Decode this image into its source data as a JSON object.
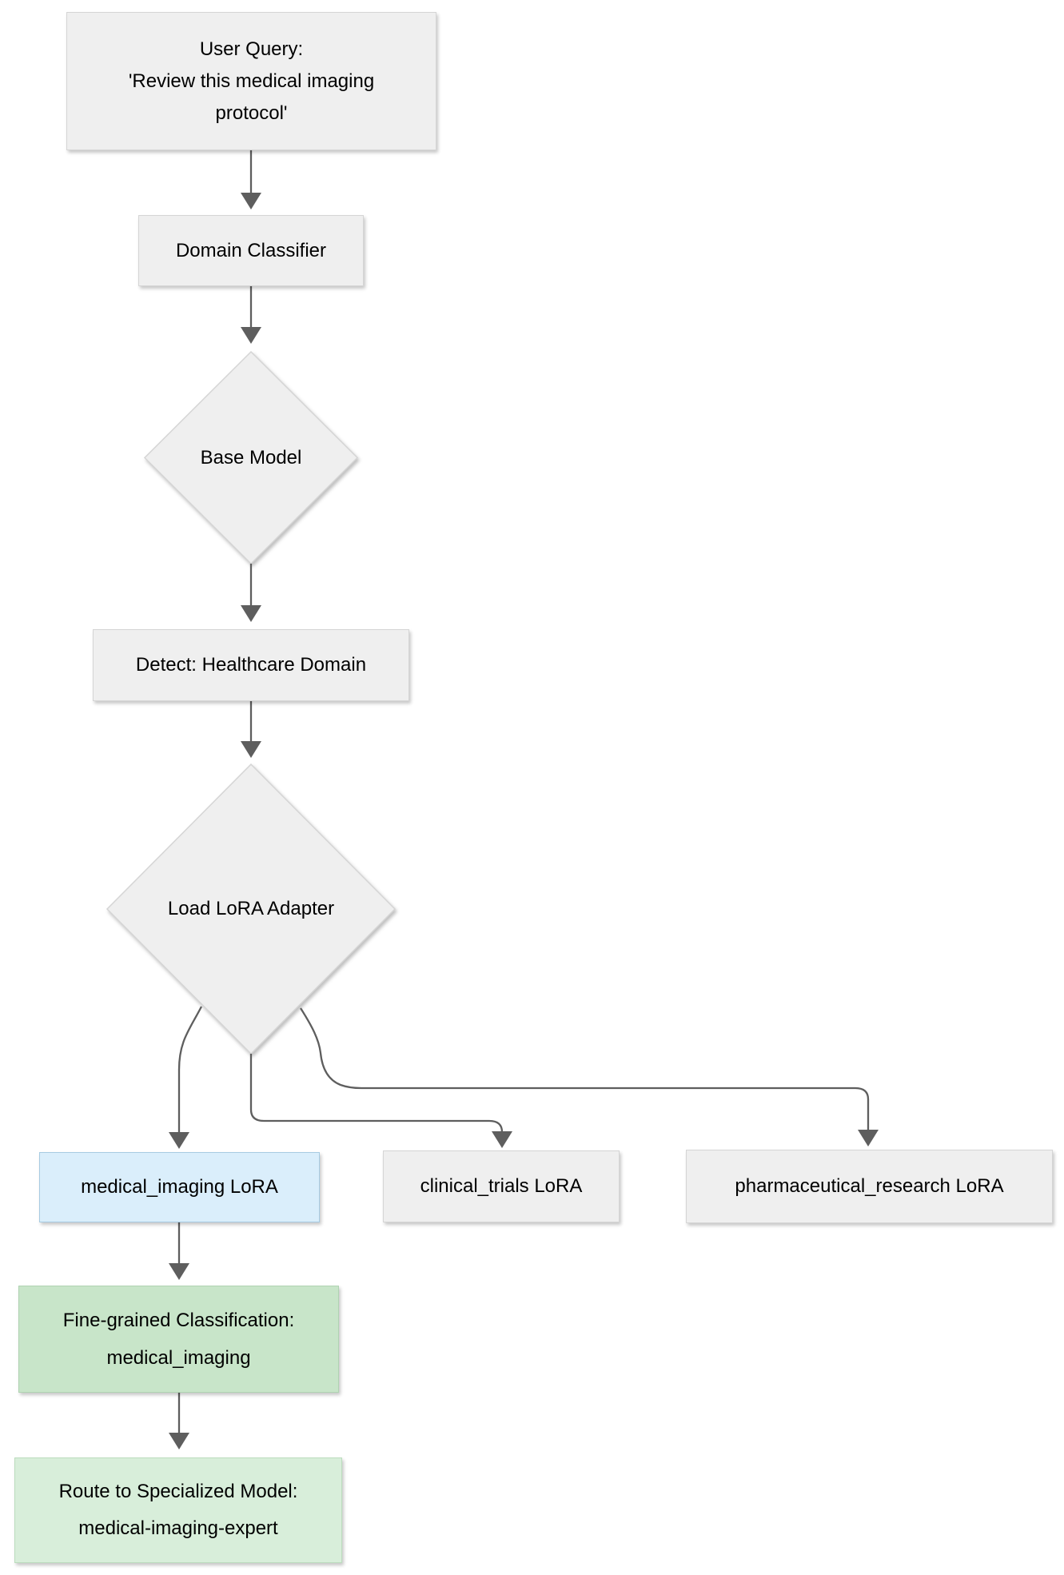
{
  "colors": {
    "background": "#ffffff",
    "node_gray_fill": "#efefef",
    "node_gray_border": "#d5d5d5",
    "node_blue_fill": "#daeefb",
    "node_blue_border": "#a7cbe2",
    "node_green_fill": "#c8e5c9",
    "node_green_border": "#b0d3b2",
    "node_green_light_fill": "#d8eeda",
    "node_green_light_border": "#bcdcbe",
    "arrow": "#5e5e5e",
    "text": "#000000"
  },
  "nodes": {
    "user_query": {
      "lines": [
        "User Query:",
        "'Review this medical imaging",
        "protocol'"
      ]
    },
    "domain_classifier": {
      "label": "Domain Classifier"
    },
    "base_model": {
      "label": "Base Model"
    },
    "detect_domain": {
      "label": "Detect: Healthcare Domain"
    },
    "load_lora": {
      "label": "Load LoRA Adapter"
    },
    "medical_imaging_lora": {
      "label": "medical_imaging LoRA"
    },
    "clinical_trials_lora": {
      "label": "clinical_trials LoRA"
    },
    "pharmaceutical_research_lora": {
      "label": "pharmaceutical_research LoRA"
    },
    "fine_grained": {
      "lines": [
        "Fine-grained Classification:",
        "medical_imaging"
      ]
    },
    "route_specialized": {
      "lines": [
        "Route to Specialized Model:",
        "medical-imaging-expert"
      ]
    }
  }
}
